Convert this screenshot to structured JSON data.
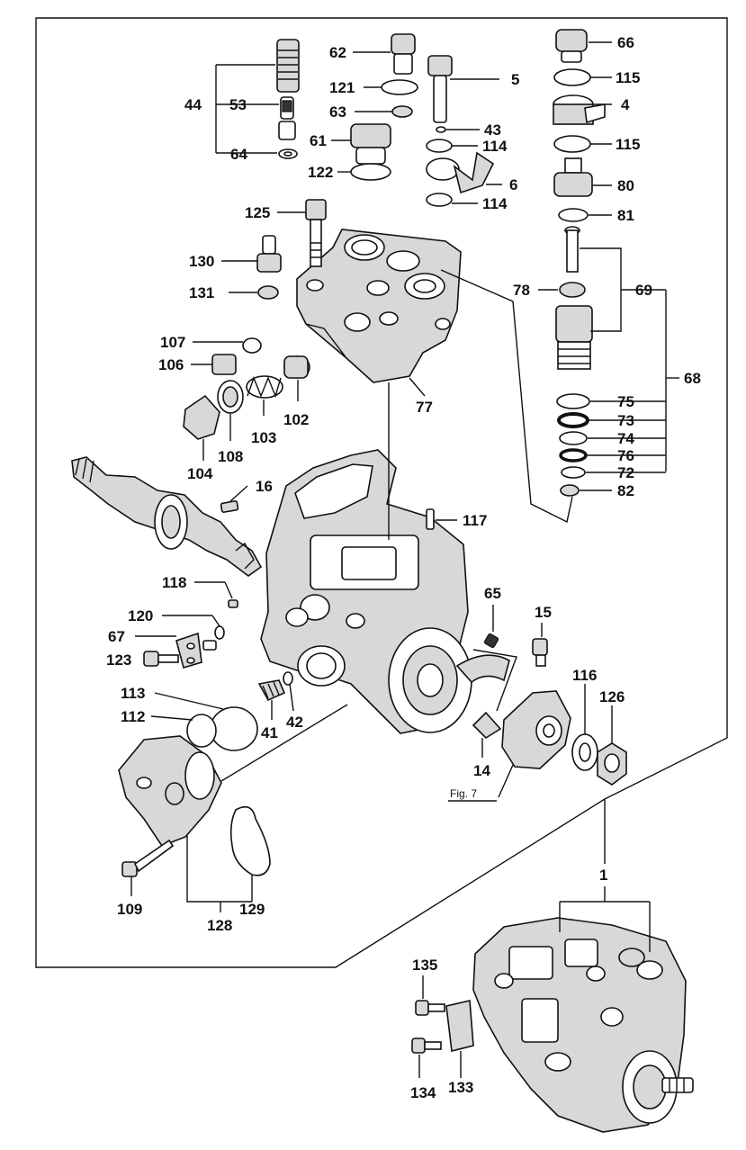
{
  "labels": [
    "44",
    "53",
    "64",
    "62",
    "121",
    "63",
    "5",
    "43",
    "114",
    "6",
    "114",
    "61",
    "122",
    "66",
    "115",
    "4",
    "115",
    "80",
    "81",
    "69",
    "78",
    "68",
    "75",
    "73",
    "74",
    "76",
    "72",
    "82",
    "125",
    "130",
    "131",
    "107",
    "106",
    "102",
    "103",
    "108",
    "104",
    "77",
    "16",
    "117",
    "118",
    "120",
    "67",
    "123",
    "65",
    "15",
    "116",
    "126",
    "41",
    "42",
    "113",
    "112",
    "14",
    "109",
    "128",
    "129",
    "1",
    "135",
    "134",
    "133"
  ],
  "figure_ref": "Fig. 7"
}
